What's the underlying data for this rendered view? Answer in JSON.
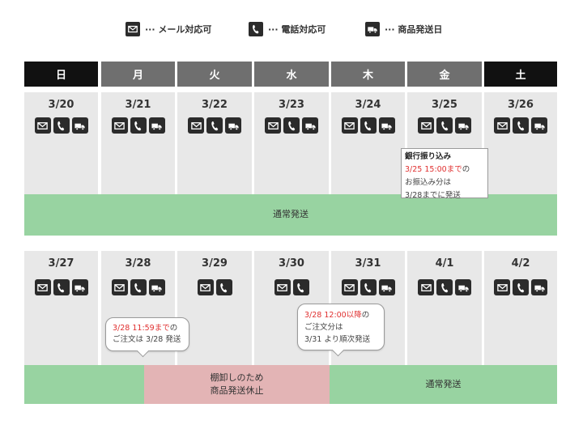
{
  "legend": [
    {
      "icon": "mail",
      "text": "··· メール対応可"
    },
    {
      "icon": "phone",
      "text": "··· 電話対応可"
    },
    {
      "icon": "truck",
      "text": "··· 商品発送日"
    }
  ],
  "weekdays": [
    "日",
    "月",
    "火",
    "水",
    "木",
    "金",
    "土"
  ],
  "week1": {
    "dates": [
      "3/20",
      "3/21",
      "3/22",
      "3/23",
      "3/24",
      "3/25",
      "3/26"
    ],
    "icons": [
      [
        "mail",
        "phone",
        "truck"
      ],
      [
        "mail",
        "phone",
        "truck"
      ],
      [
        "mail",
        "phone",
        "truck"
      ],
      [
        "mail",
        "phone",
        "truck"
      ],
      [
        "mail",
        "phone",
        "truck"
      ],
      [
        "mail",
        "phone",
        "truck"
      ],
      [
        "mail",
        "phone",
        "truck"
      ]
    ],
    "band_label": "通常発送",
    "note": {
      "title": "銀行振り込み",
      "highlight": "3/25 15:00まで",
      "suffix": "の",
      "line3": "お振込み分は",
      "line4": "3/28までに発送"
    }
  },
  "week2": {
    "dates": [
      "3/27",
      "3/28",
      "3/29",
      "3/30",
      "3/31",
      "4/1",
      "4/2"
    ],
    "icons": [
      [
        "mail",
        "phone",
        "truck"
      ],
      [
        "mail",
        "phone",
        "truck"
      ],
      [
        "mail",
        "phone"
      ],
      [
        "mail",
        "phone"
      ],
      [
        "mail",
        "phone",
        "truck"
      ],
      [
        "mail",
        "phone",
        "truck"
      ],
      [
        "mail",
        "phone",
        "truck"
      ]
    ],
    "pause_label_1": "棚卸しのため",
    "pause_label_2": "商品発送休止",
    "band_label": "通常発送",
    "note_left": {
      "highlight": "3/28 11:59まで",
      "suffix": "の",
      "line2": "ご注文は 3/28 発送"
    },
    "note_right": {
      "highlight": "3/28 12:00以降",
      "suffix": "の",
      "line2": "ご注文分は",
      "line3": "3/31 より順次発送"
    }
  },
  "colors": {
    "weekend_header": "#111111",
    "weekday_header": "#6f6f6f",
    "day_bg": "#e8e8e8",
    "normal_band": "#98d3a1",
    "pause_band": "#e3b4b5",
    "deadline_text": "#e03030"
  }
}
